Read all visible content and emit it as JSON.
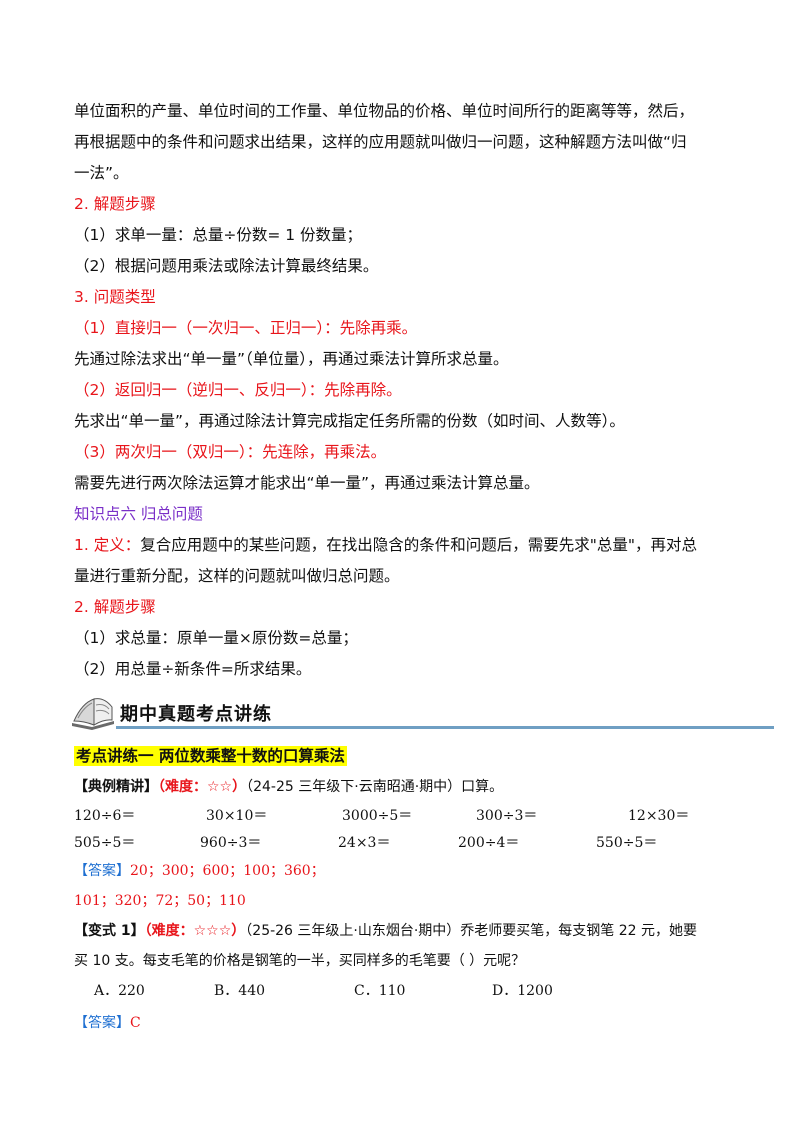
{
  "intro": {
    "line1": "单位面积的产量、单位时间的工作量、单位物品的价格、单位时间所行的距离等等，然后，",
    "line2": "再根据题中的条件和问题求出结果，这样的应用题就叫做归一问题，这种解题方法叫做“归",
    "line3": "一法”。"
  },
  "gui_yi": {
    "steps_heading": "2.  解题步骤",
    "step1": "（1）求单一量：总量÷份数= 1 份数量；",
    "step2": "（2）根据问题用乘法或除法计算最终结果。",
    "types_heading": "3.  问题类型",
    "type1_title": "（1）直接归一（一次归一、正归一）：先除再乘。",
    "type1_desc": "先通过除法求出“单一量”（单位量），再通过乘法计算所求总量。",
    "type2_title": "（2）返回归一（逆归一、反归一）：先除再除。",
    "type2_desc": "先求出“单一量”，再通过除法计算完成指定任务所需的份数（如时间、人数等）。",
    "type3_title": "（3）两次归一（双归一）：先连除，再乘法。",
    "type3_desc": "需要先进行两次除法运算才能求出“单一量”，再通过乘法计算总量。"
  },
  "gui_zong": {
    "heading": "知识点六  归总问题",
    "def_label": "1.  定义：",
    "def_line1": "复合应用题中的某些问题，在找出隐含的条件和问题后，需要先求\"总量\"，再对总",
    "def_line2": "量进行重新分配，这样的问题就叫做归总问题。",
    "steps_heading": "2.  解题步骤",
    "step1": "（1）求总量：原单一量×原份数=总量；",
    "step2": "（2）用总量÷新条件=所求结果。"
  },
  "banner": {
    "title": "期中真题考点讲练",
    "icon": "open-book-icon"
  },
  "practice1": {
    "heading": "考点讲练一  两位数乘整十数的口算乘法",
    "example_tag": "【典例精讲】",
    "difficulty": "（难度：☆☆）",
    "source": "（24-25 三年级下·云南昭通·期中）口算。",
    "row1": [
      "120÷6＝",
      "30×10＝",
      "3000÷5＝",
      "300÷3＝",
      "12×30＝"
    ],
    "row2": [
      "505÷5＝",
      "960÷3＝",
      "24×3＝",
      "200÷4＝",
      "550÷5＝"
    ],
    "answer_tag": "【答案】",
    "answer_line1": "20；300；600；100；360；",
    "answer_line2": "101；320；72；50；110"
  },
  "variant1": {
    "tag": "【变式 1】",
    "difficulty": "（难度：☆☆☆）",
    "text_line1": "（25-26 三年级上·山东烟台·期中）乔老师要买笔，每支钢笔 22 元，她要",
    "text_line2": "买 10 支。每支毛笔的价格是钢笔的一半，买同样多的毛笔要（          ）元呢？",
    "options": [
      "A．220",
      "B．440",
      "C．110",
      "D．1200"
    ],
    "answer_tag": "【答案】",
    "answer": "C"
  },
  "colors": {
    "red": "#e8151b",
    "purple": "#7a2fc8",
    "highlight": "#ffff00",
    "rule": "#6f9fc3",
    "answer_tag": "#1e6fd1"
  }
}
